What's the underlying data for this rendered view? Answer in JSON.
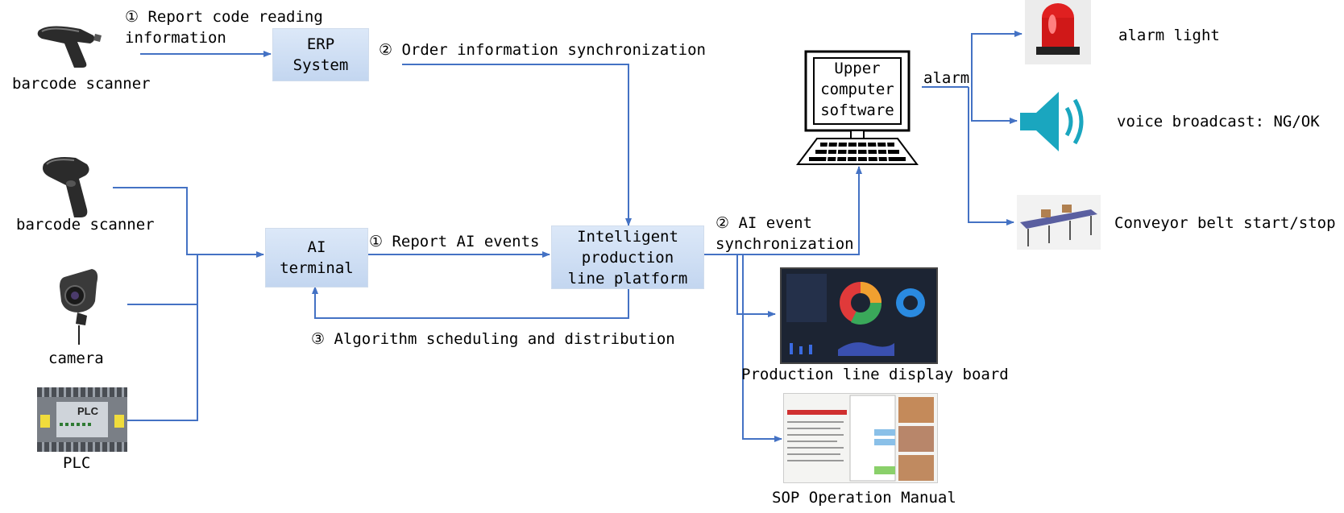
{
  "nodes": {
    "erp": [
      "ERP",
      "System"
    ],
    "ai_terminal": [
      "AI",
      "terminal"
    ],
    "platform": [
      "Intelligent",
      "production",
      "line platform"
    ],
    "upper": [
      "Upper",
      "computer",
      "software"
    ]
  },
  "devices": {
    "scanner1": "barcode scanner",
    "scanner2": "barcode scanner",
    "camera": "camera",
    "plc": "PLC",
    "plc_text": "PLC"
  },
  "edges": {
    "report_code": [
      "① Report code reading",
      "information"
    ],
    "order_sync": "② Order information synchronization",
    "report_ai": "① Report AI events",
    "ai_sync": [
      "② AI event",
      "synchronization"
    ],
    "algo": "③ Algorithm scheduling and distribution",
    "alarm": "alarm"
  },
  "outputs": {
    "alarm_light": "alarm light",
    "voice": "voice broadcast:  NG/OK",
    "conveyor": "Conveyor belt start/stop",
    "display_board": "Production line display board",
    "sop": "SOP Operation Manual"
  },
  "colors": {
    "line": "#4472c4",
    "box": "#c9daf1"
  }
}
